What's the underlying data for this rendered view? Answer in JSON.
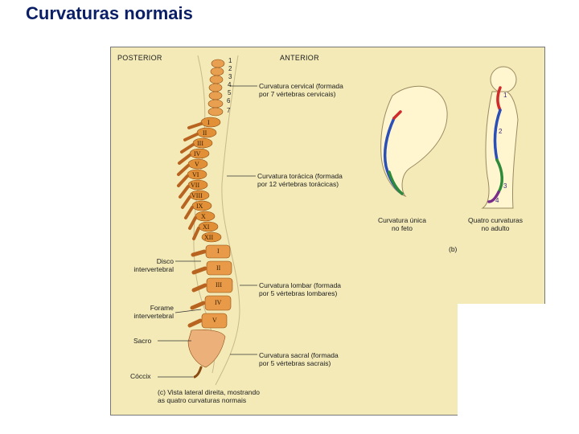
{
  "title": "Curvaturas normais",
  "figure": {
    "header_left": "POSTERIOR",
    "header_right": "ANTERIOR",
    "cervical_numbers": [
      "1",
      "2",
      "3",
      "4",
      "5",
      "6",
      "7"
    ],
    "thoracic_numerals": [
      "I",
      "II",
      "III",
      "IV",
      "V",
      "VI",
      "VII",
      "VIII",
      "IX",
      "X",
      "XI",
      "XII"
    ],
    "lumbar_numerals": [
      "I",
      "II",
      "III",
      "IV",
      "V"
    ],
    "labels": {
      "cervical": [
        "Curvatura cervical (formada",
        "por 7 vértebras cervicais)"
      ],
      "thoracic": [
        "Curvatura torácica (formada",
        "por 12 vértebras torácicas)"
      ],
      "lumbar": [
        "Curvatura lombar (formada",
        "por 5 vértebras lombares)"
      ],
      "sacral": [
        "Curvatura sacral (formada",
        "por 5 vértebras sacrais)"
      ],
      "disc": [
        "Disco",
        "intervertebral"
      ],
      "foramen": [
        "Forame",
        "intervertebral"
      ],
      "sacrum": "Sacro",
      "coccyx": "Cóccix",
      "caption": [
        "(c) Vista lateral direita, mostrando",
        "as quatro curvaturas normais"
      ]
    },
    "fetus_caption": [
      "Curvatura única",
      "no feto"
    ],
    "adult_caption": [
      "Quatro curvaturas",
      "no adulto"
    ],
    "adult_numbers": [
      "1",
      "2",
      "3",
      "4"
    ],
    "panel_b_label": "(b)"
  },
  "colors": {
    "title": "#0b1f66",
    "background": "#f3eab8",
    "bone": "#e2913a",
    "cervical": "#d12a2a",
    "thoracic": "#2a4fb8",
    "lumbar": "#2f8a3a",
    "sacral": "#7a2c8a"
  }
}
